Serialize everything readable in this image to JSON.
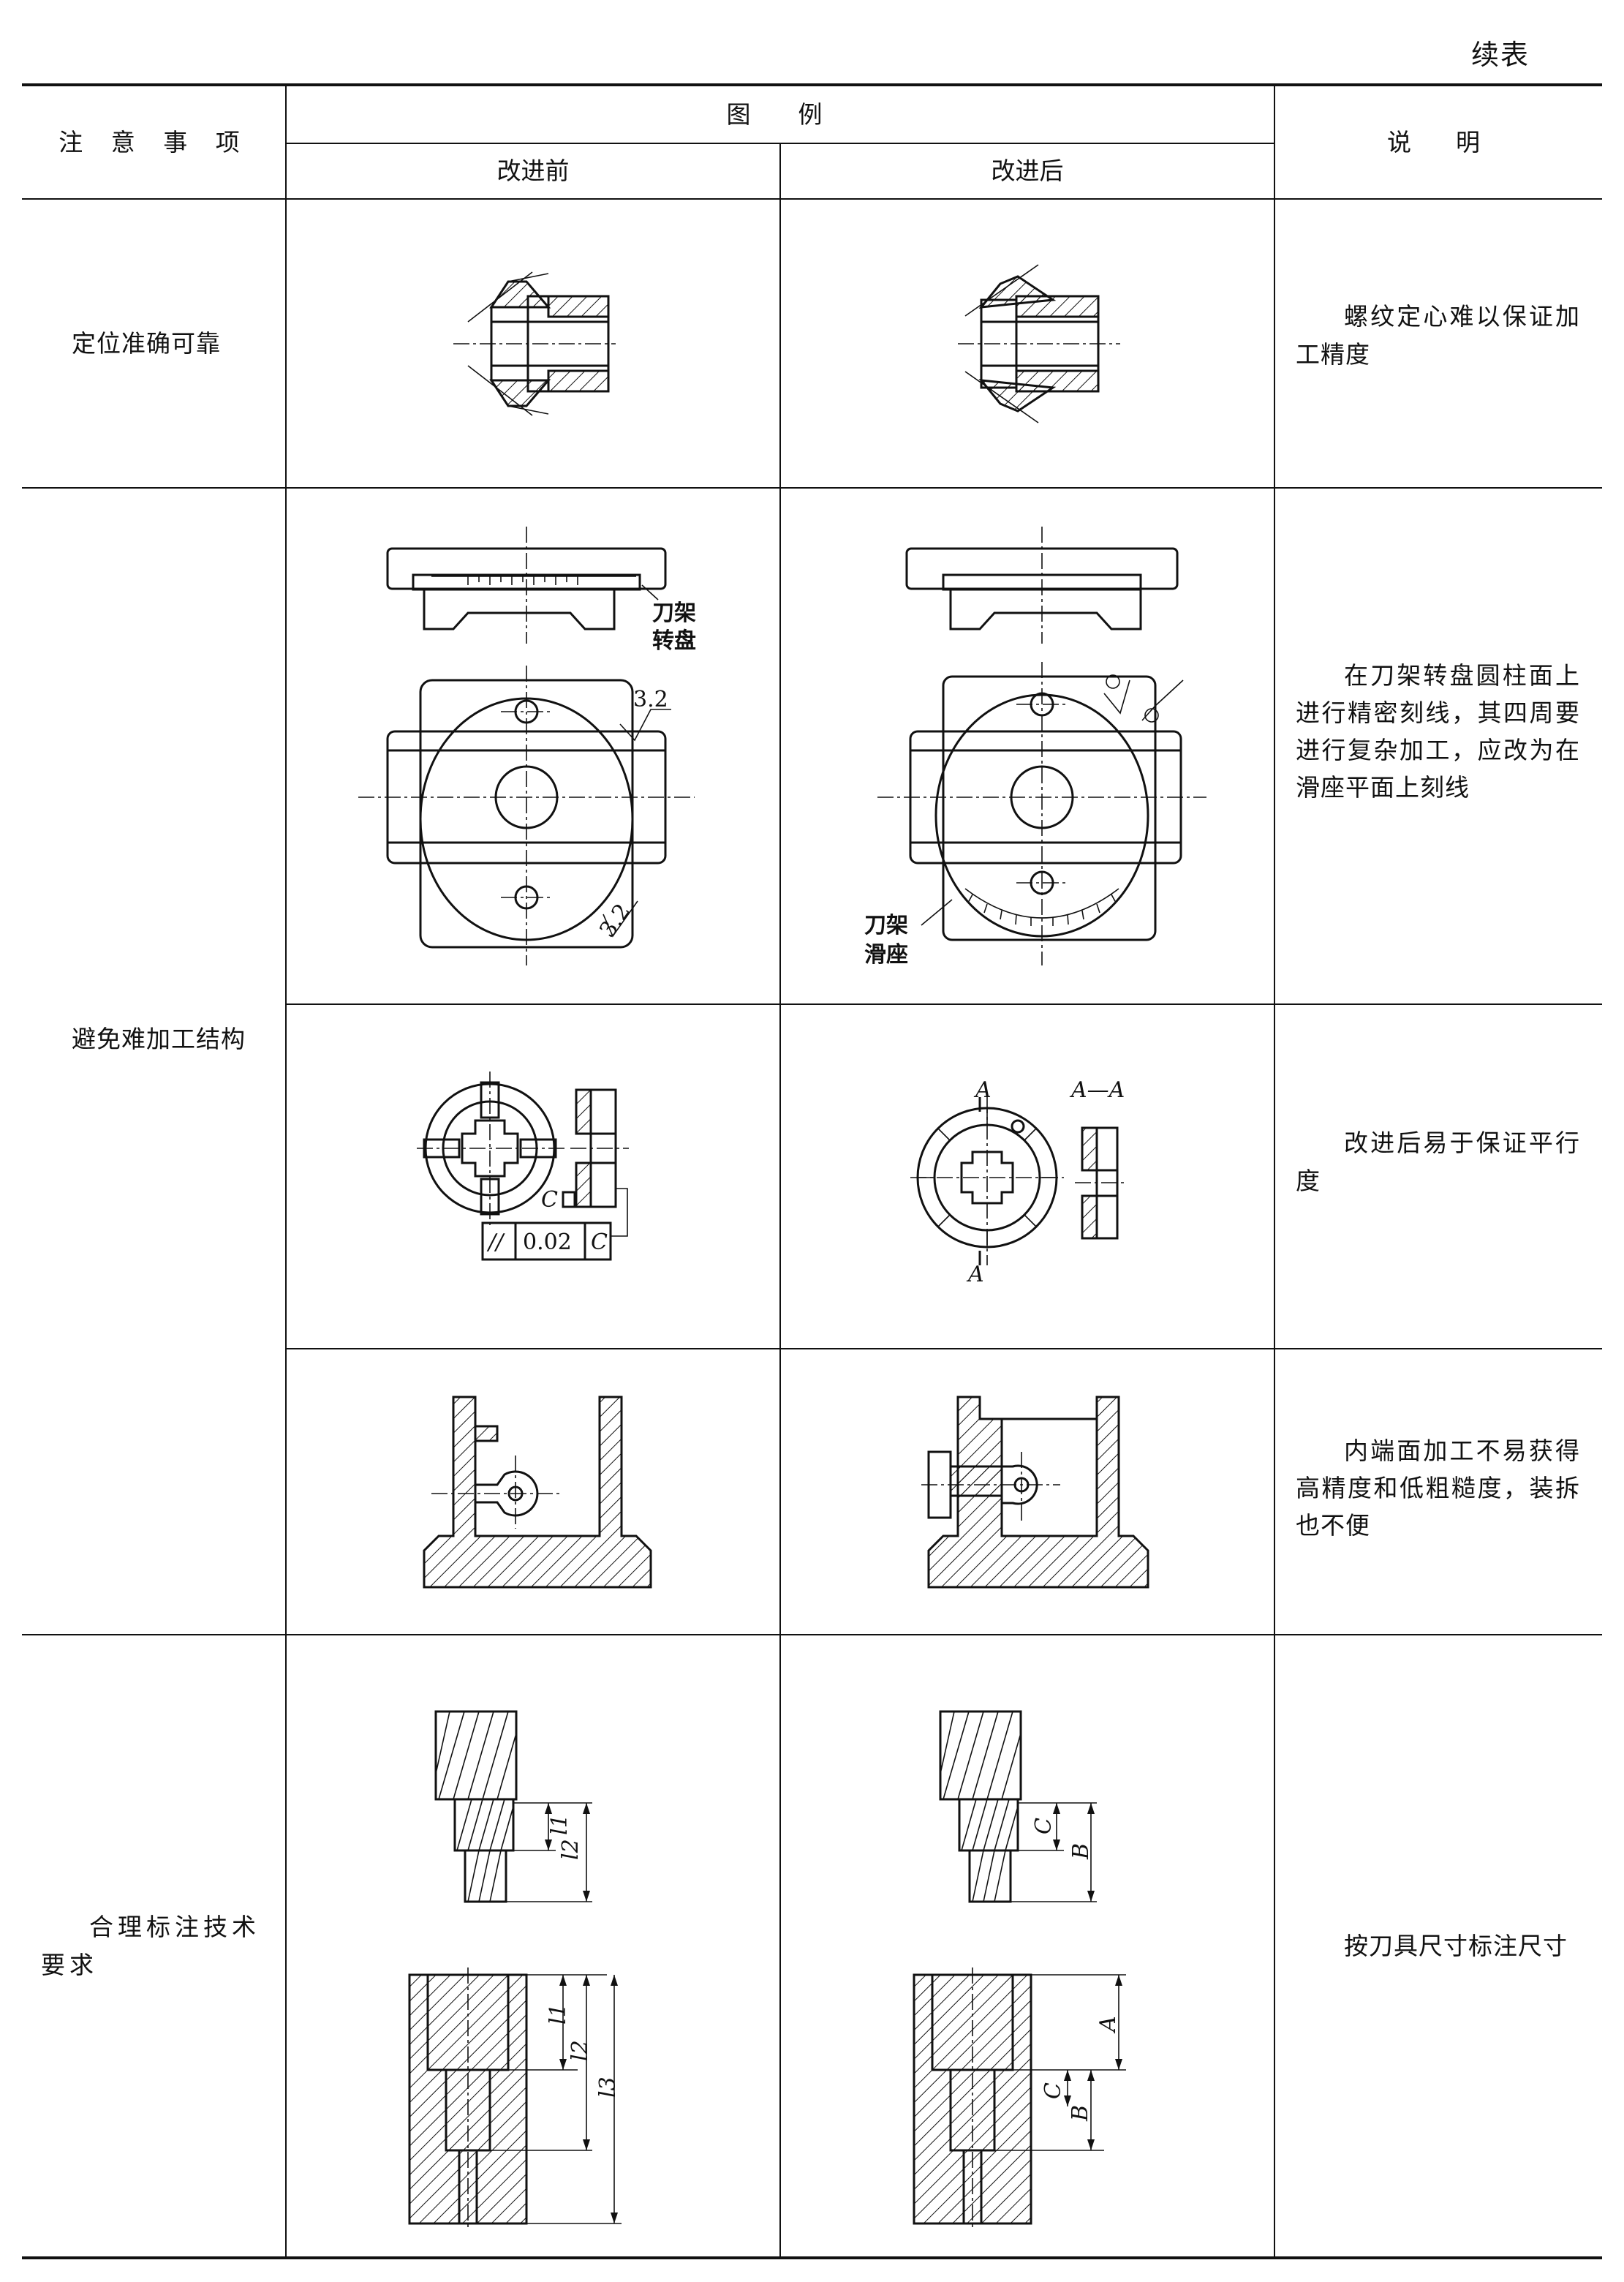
{
  "page_label": "续表",
  "header": {
    "col_issue": "注 意 事 项",
    "col_example": "图　例",
    "col_before": "改进前",
    "col_after": "改进后",
    "col_note": "说　明"
  },
  "rows": [
    {
      "issue": "定位准确可靠",
      "note": "螺纹定心难以保证加工精度"
    },
    {
      "issue": "",
      "note": "在刀架转盘圆柱面上进行精密刻线，其四周要进行复杂加工，应改为在滑座平面上刻线"
    },
    {
      "issue": "避免难加工结构",
      "note": "改进后易于保证平行度"
    },
    {
      "issue": "",
      "note": "内端面加工不易获得高精度和低粗糙度，装拆也不便"
    },
    {
      "issue": "合理标注技术要求",
      "note": "按刀具尺寸标注尺寸"
    }
  ],
  "figure_labels": {
    "turret_dial": "刀架转盘",
    "turret_dial_l1": "刀架",
    "turret_dial_l2": "转盘",
    "turret_slide_l1": "刀架",
    "turret_slide_l2": "滑座",
    "roughness_a": "3.2",
    "roughness_b": "3.2",
    "datum_c": "C",
    "tol_symbol": "//",
    "tol_value": "0.02",
    "tol_datum": "C",
    "section_a": "A",
    "section_aa": "A—A",
    "dim_l1": "l1",
    "dim_l2": "l2",
    "dim_l3": "l3",
    "dim_a": "A",
    "dim_b": "B",
    "dim_c": "C"
  }
}
